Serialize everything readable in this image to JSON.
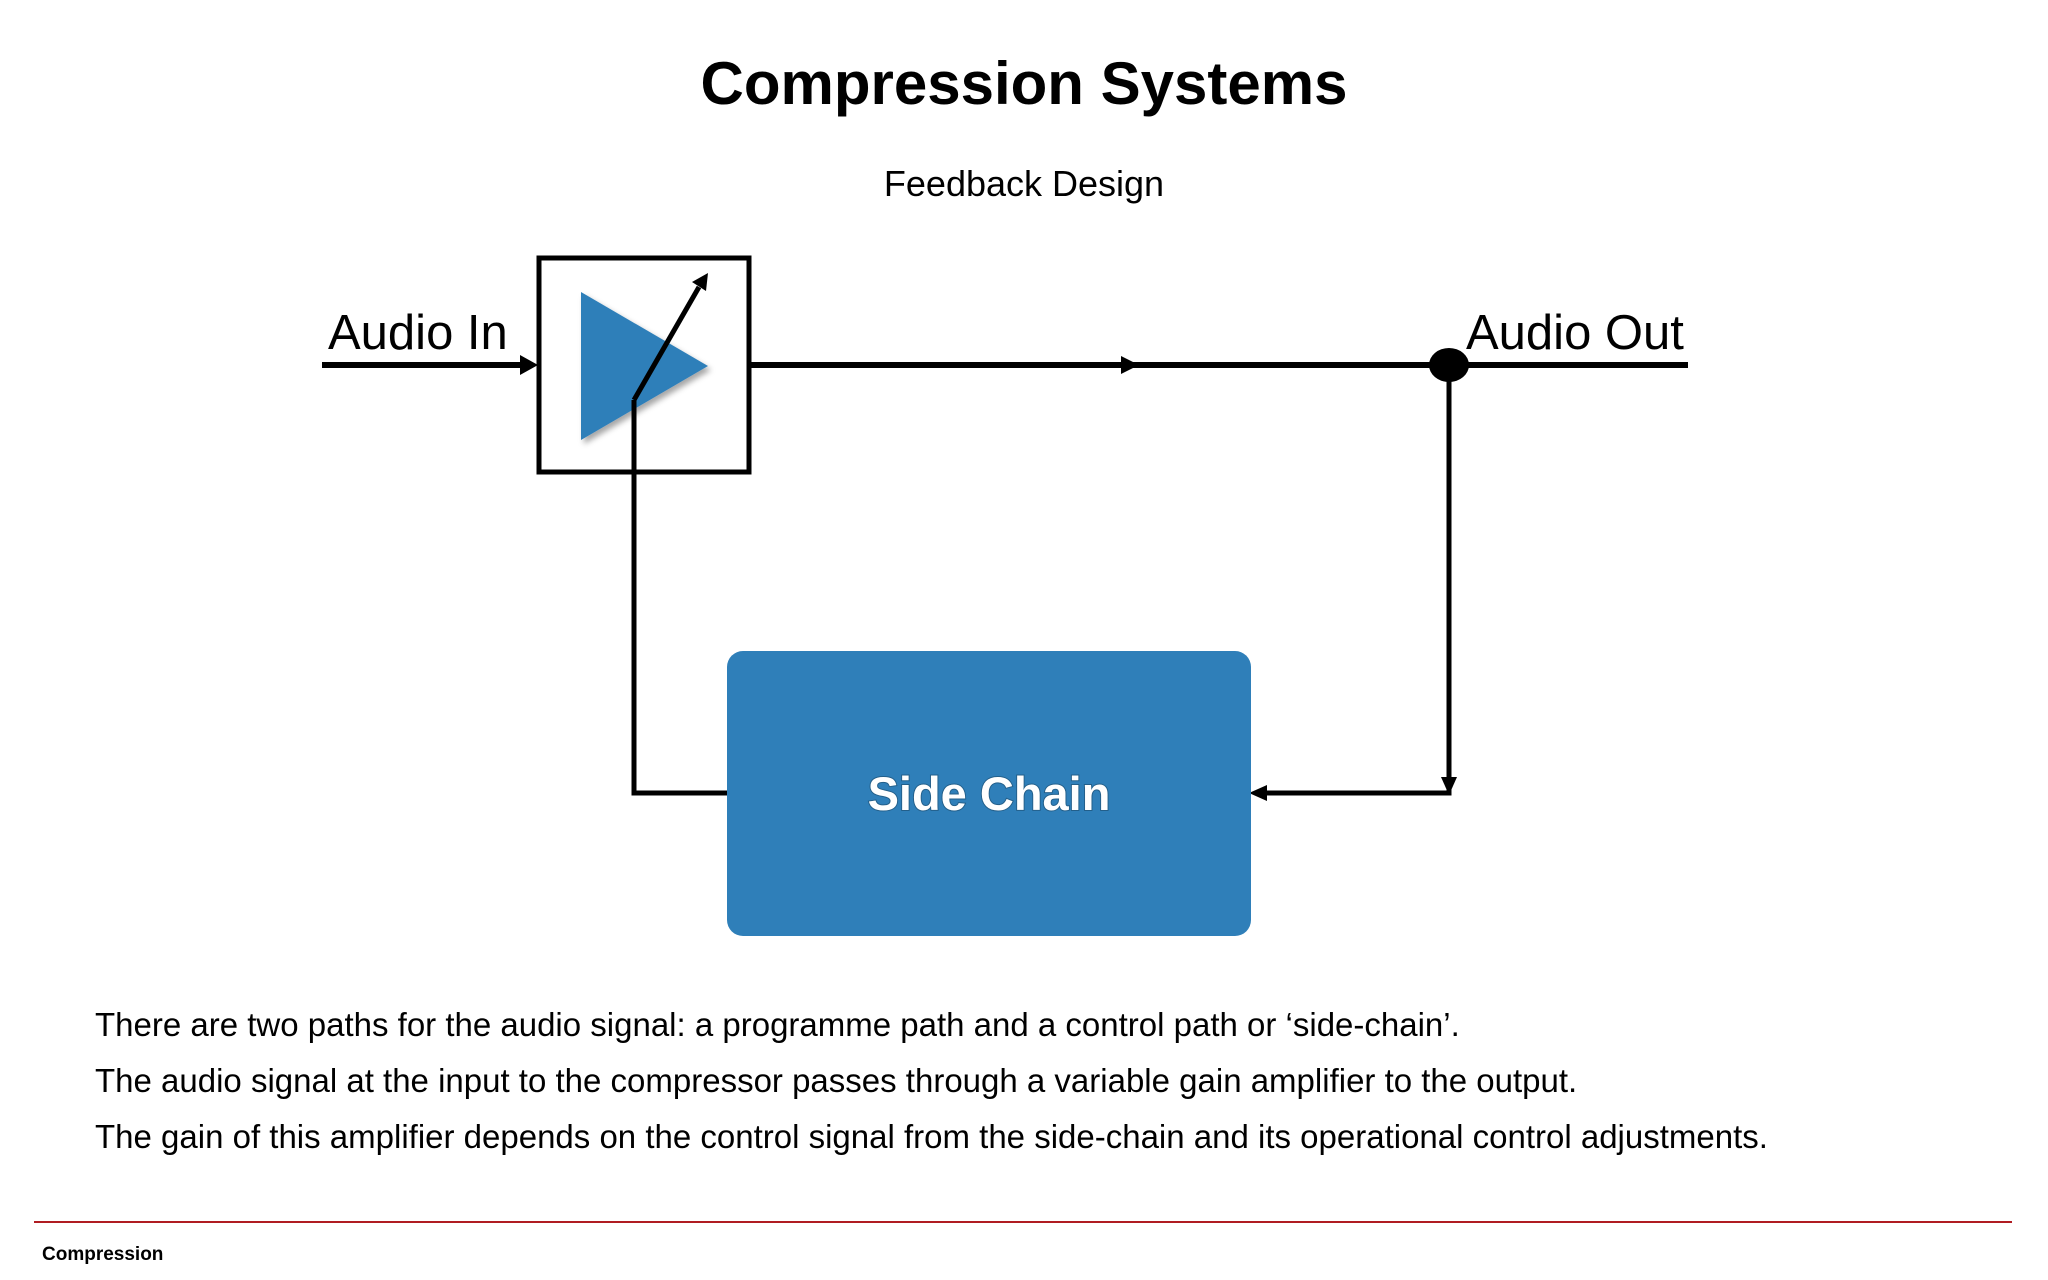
{
  "slide": {
    "title": "Compression Systems",
    "subtitle": "Feedback Design"
  },
  "diagram": {
    "audio_in_label": "Audio In",
    "audio_out_label": "Audio Out",
    "side_chain_label": "Side Chain",
    "colors": {
      "block_blue": "#2f7fb9",
      "line": "#000000"
    }
  },
  "body": {
    "lines": [
      "There are two paths for the audio signal: a programme path and a control path or ‘side-chain’.",
      "The audio signal at the input to the compressor passes through a variable gain amplifier to the output.",
      "The gain of this amplifier depends on the control signal from the side-chain and its operational control adjustments."
    ]
  },
  "footer": {
    "label": "Compression",
    "rule_color": "#b01c22"
  }
}
